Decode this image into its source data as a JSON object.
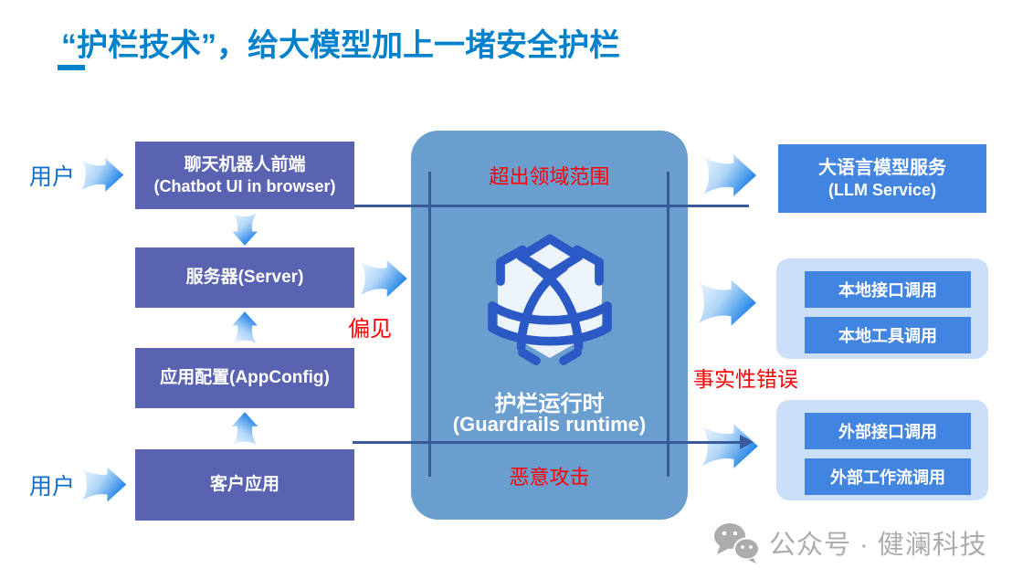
{
  "title": {
    "text": "“护栏技术”，给大模型加上一堵安全护栏"
  },
  "colors": {
    "title_blue": "#0081CC",
    "user_blue": "#0E6EC8",
    "left_box_purple": "#5A63B2",
    "right_box_blue": "#4285E0",
    "panel_blue": "#699ECF",
    "group_container_blue": "#CBE0F8",
    "guard_line_navy": "#3B5A9A",
    "risk_red": "#FF0000",
    "watermark_gray": "#ABACAE"
  },
  "left_flow": {
    "user_top_label": "用户",
    "user_bottom_label": "用户",
    "chatbot_box": {
      "line1": "聊天机器人前端",
      "line2": "(Chatbot UI in browser)"
    },
    "server_box": {
      "label": "服务器(Server)"
    },
    "appconfig_box": {
      "label": "应用配置(AppConfig)"
    },
    "client_box": {
      "label": "客户应用"
    }
  },
  "guardrails_panel": {
    "risk_out_of_domain": "超出领域范围",
    "risk_bias": "偏见",
    "risk_factual_error": "事实性错误",
    "risk_malicious_attack": "恶意攻击",
    "name_zh": "护栏运行时",
    "name_en": "(Guardrails runtime)"
  },
  "right_flow": {
    "llm_box": {
      "line1": "大语言模型服务",
      "line2": "(LLM Service)"
    },
    "local_group": {
      "items": [
        {
          "label": "本地接口调用"
        },
        {
          "label": "本地工具调用"
        }
      ]
    },
    "external_group": {
      "items": [
        {
          "label": "外部接口调用"
        },
        {
          "label": "外部工作流调用"
        }
      ]
    }
  },
  "watermark": {
    "label": "公众号 · 健澜科技"
  }
}
